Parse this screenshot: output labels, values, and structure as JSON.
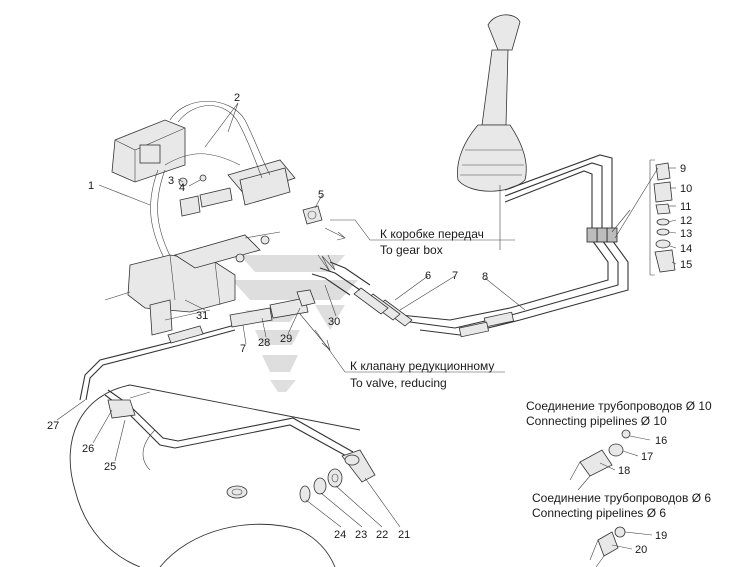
{
  "callouts": [
    "1",
    "2",
    "3",
    "4",
    "5",
    "6",
    "7",
    "7",
    "8",
    "9",
    "10",
    "11",
    "12",
    "13",
    "14",
    "15",
    "16",
    "17",
    "18",
    "19",
    "20",
    "21",
    "22",
    "23",
    "24",
    "25",
    "26",
    "27",
    "28",
    "29",
    "30",
    "31"
  ],
  "labels": {
    "gearbox_ru": "К коробке передач",
    "gearbox_en": "To gear box",
    "valve_ru": "К клапану редукционному",
    "valve_en": "To valve, reducing",
    "conn10_ru": "Соединение трубопроводов",
    "conn10_ru_size": "Ø 10",
    "conn10_en": "Connecting pipelines",
    "conn10_en_size": "Ø 10",
    "conn6_ru": "Соединение трубопроводов",
    "conn6_ru_size": "Ø 6",
    "conn6_en": "Connecting pipelines",
    "conn6_en_size": "Ø 6"
  },
  "colors": {
    "line": "#333333",
    "watermark": "#d9d9d9",
    "background": "#ffffff"
  }
}
